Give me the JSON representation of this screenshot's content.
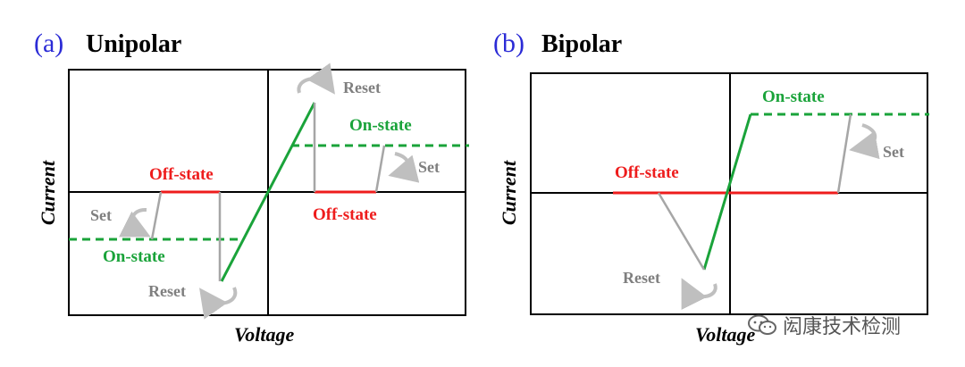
{
  "panel_a": {
    "tag": "(a)",
    "title": "Unipolar",
    "ylabel": "Current",
    "xlabel": "Voltage",
    "labels": {
      "off_state_left": "Off-state",
      "off_state_right": "Off-state",
      "on_state_left": "On-state",
      "on_state_right": "On-state",
      "reset_top": "Reset",
      "reset_bottom": "Reset",
      "set_left": "Set",
      "set_right": "Set"
    }
  },
  "panel_b": {
    "tag": "(b)",
    "title": "Bipolar",
    "ylabel": "Current",
    "xlabel": "Voltage",
    "labels": {
      "off_state": "Off-state",
      "on_state": "On-state",
      "set": "Set",
      "reset": "Reset"
    }
  },
  "watermark": "闳康技术检测",
  "colors": {
    "off_state": "#ee1c1c",
    "on_state": "#1aa33a",
    "transition": "#a6a6a6",
    "axis": "#000000",
    "tag": "#2b2bd6"
  }
}
